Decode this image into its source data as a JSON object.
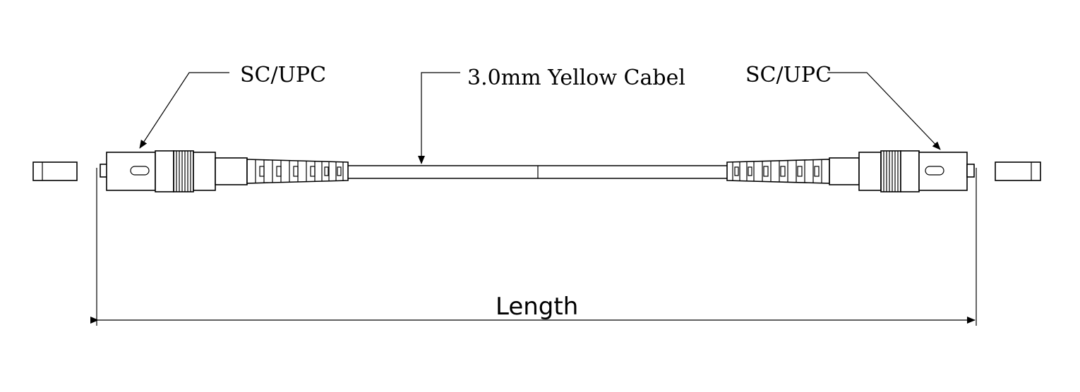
{
  "labels": {
    "left_connector": "SC/UPC",
    "right_connector": "SC/UPC",
    "cable": "3.0mm Yellow Cabel",
    "dimension": "Length"
  },
  "colors": {
    "line": "#000000",
    "background": "#ffffff"
  }
}
